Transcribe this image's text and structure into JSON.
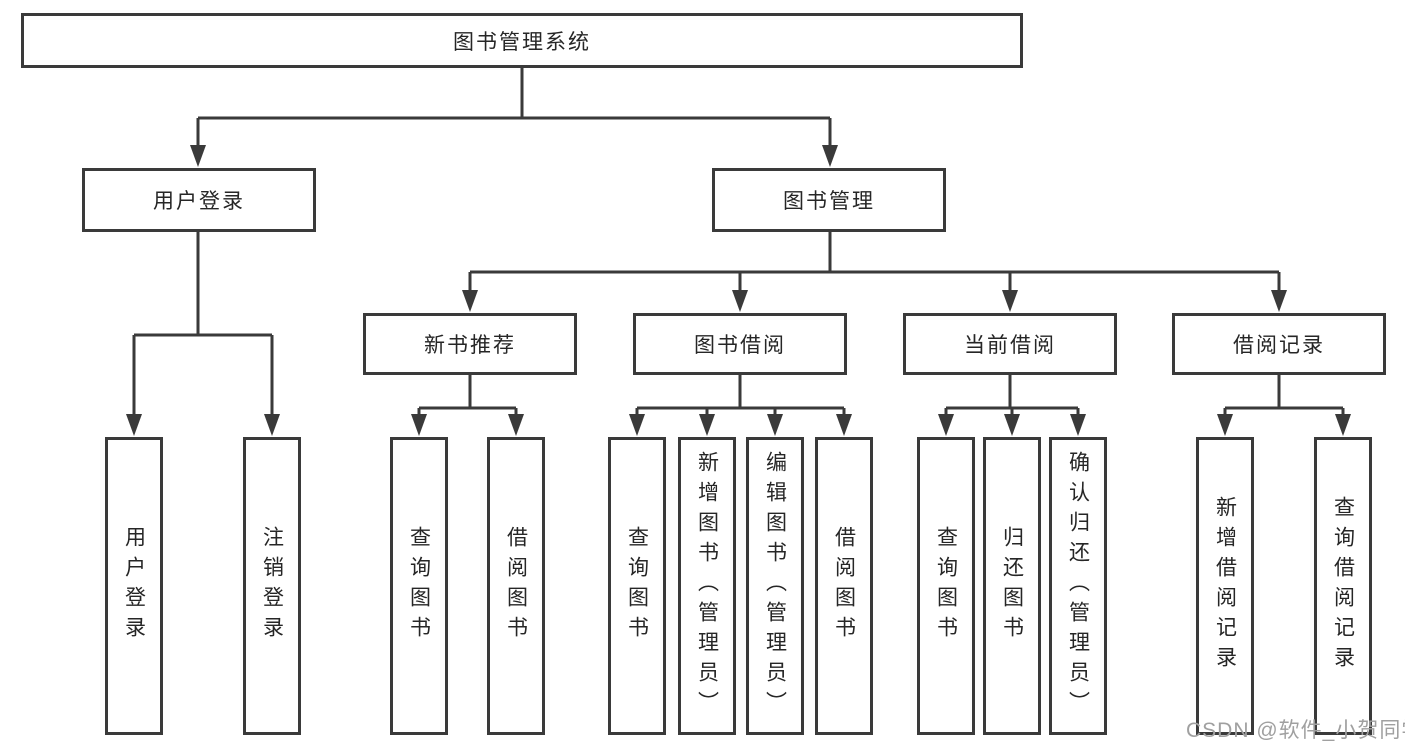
{
  "colors": {
    "line": "#3a3a3a",
    "box_border": "#3a3a3a",
    "box_fill": "#ffffff",
    "text": "#262626",
    "watermark": "#a0a0a0",
    "background": "#ffffff"
  },
  "tree": {
    "label": "图书管理系统",
    "children": [
      {
        "label": "用户登录",
        "children": [
          {
            "label": "用户登录"
          },
          {
            "label": "注销登录"
          }
        ]
      },
      {
        "label": "图书管理",
        "children": [
          {
            "label": "新书推荐",
            "children": [
              {
                "label": "查询图书"
              },
              {
                "label": "借阅图书"
              }
            ]
          },
          {
            "label": "图书借阅",
            "children": [
              {
                "label": "查询图书"
              },
              {
                "label": "新增图书（管理员）"
              },
              {
                "label": "编辑图书（管理员）"
              },
              {
                "label": "借阅图书"
              }
            ]
          },
          {
            "label": "当前借阅",
            "children": [
              {
                "label": "查询图书"
              },
              {
                "label": "归还图书"
              },
              {
                "label": "确认归还（管理员）"
              }
            ]
          },
          {
            "label": "借阅记录",
            "children": [
              {
                "label": "新增借阅记录"
              },
              {
                "label": "查询借阅记录"
              }
            ]
          }
        ]
      }
    ]
  },
  "watermark": {
    "text": "CSDN @软件_小贺同学"
  }
}
